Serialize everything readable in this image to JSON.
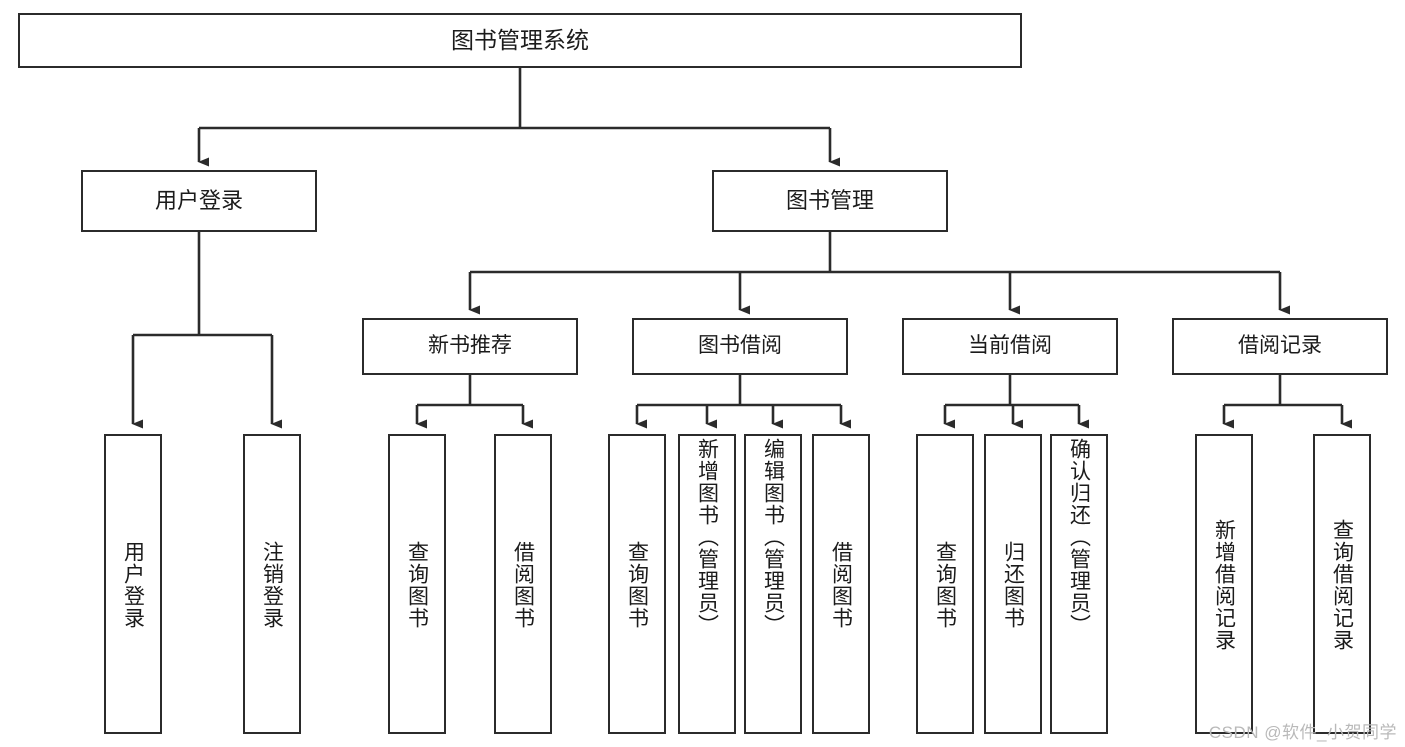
{
  "diagram": {
    "type": "tree-hierarchy-diagram",
    "title": "图书管理系统",
    "watermark": "CSDN @软件_小贺同学",
    "colors": {
      "box_border": "#2b2b2b",
      "box_fill": "#ffffff",
      "connector": "#2b2b2b",
      "text": "#1b1b1b",
      "watermark": "#b9b9b9",
      "background": "#ffffff"
    },
    "nodes": {
      "root": {
        "label": "图书管理系统"
      },
      "level2": [
        {
          "label": "用户登录"
        },
        {
          "label": "图书管理"
        }
      ],
      "level3": [
        {
          "label": "新书推荐"
        },
        {
          "label": "图书借阅"
        },
        {
          "label": "当前借阅"
        },
        {
          "label": "借阅记录"
        }
      ],
      "leaves": {
        "user_login": [
          {
            "label": "用户登录"
          },
          {
            "label": "注销登录"
          }
        ],
        "new_book_recommend": [
          {
            "label": "查询图书"
          },
          {
            "label": "借阅图书"
          }
        ],
        "book_borrow": [
          {
            "label": "查询图书"
          },
          {
            "label": "新增图书（管理员）"
          },
          {
            "label": "编辑图书（管理员）"
          },
          {
            "label": "借阅图书"
          }
        ],
        "current_borrow": [
          {
            "label": "查询图书"
          },
          {
            "label": "归还图书"
          },
          {
            "label": "确认归还（管理员）"
          }
        ],
        "borrow_record": [
          {
            "label": "新增借阅记录"
          },
          {
            "label": "查询借阅记录"
          }
        ]
      }
    }
  }
}
